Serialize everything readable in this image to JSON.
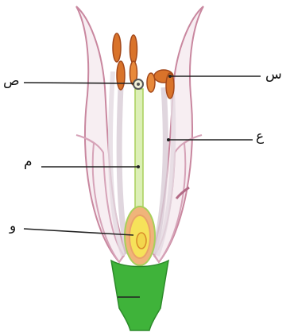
{
  "labels": {
    "sad": "ص",
    "sin": "س",
    "ain": "ع",
    "mim": "م",
    "waw": "و"
  },
  "colors": {
    "petal_outline": "#c9879f",
    "petal_fill": "#f4e6ec",
    "sepal_outline": "#d6a3b8",
    "style": "#a8cf5a",
    "style_fill": "#dcefb6",
    "anther": "#d9732a",
    "anther_dark": "#a3481a",
    "filament": "#e8dfe6",
    "ovary_outer": "#e9a36a",
    "ovary_inner": "#f6e25a",
    "receptacle": "#3fb33a",
    "leader_line": "#222222"
  }
}
